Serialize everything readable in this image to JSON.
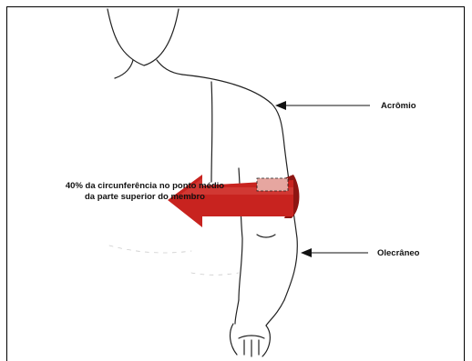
{
  "labels": {
    "acromio": "Acrômio",
    "olecraneo": "Olecrâneo",
    "circumference": "40% da circunferência no ponto médio da parte superior do membro"
  },
  "colors": {
    "arrow_band": "#c8231f",
    "arrow_band_dark": "#8e1512",
    "marked_area": "#e6a6a0",
    "outline": "#222222"
  }
}
